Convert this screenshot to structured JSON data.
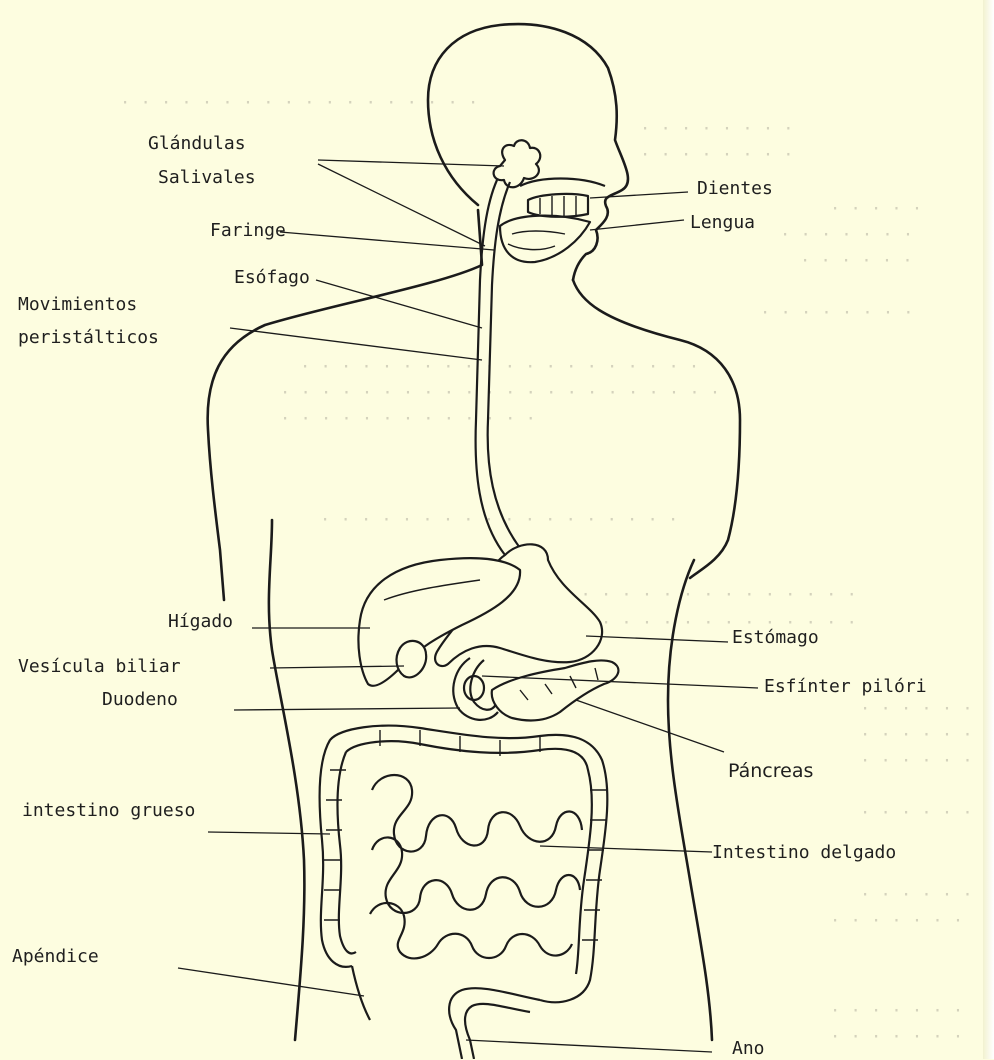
{
  "colors": {
    "paper": "#fdfde0",
    "ink": "#1b1b1b"
  },
  "labels": {
    "glandulas_line1": "Glándulas",
    "glandulas_line2": "Salivales",
    "faringe": "Faringe",
    "esofago": "Esófago",
    "movimientos_line1": "Movimientos",
    "movimientos_line2": "peristálticos",
    "dientes": "Dientes",
    "lengua": "Lengua",
    "higado": "Hígado",
    "vesicula": "Vesícula biliar",
    "duodeno": "Duodeno",
    "intestino_grueso": "intestino grueso",
    "apendice": "Apéndice",
    "estomago": "Estómago",
    "esfinter": "Esfínter pilóri",
    "pancreas": "Páncreas",
    "intestino_delgado": "Intestino delgado",
    "ano": "Ano"
  }
}
